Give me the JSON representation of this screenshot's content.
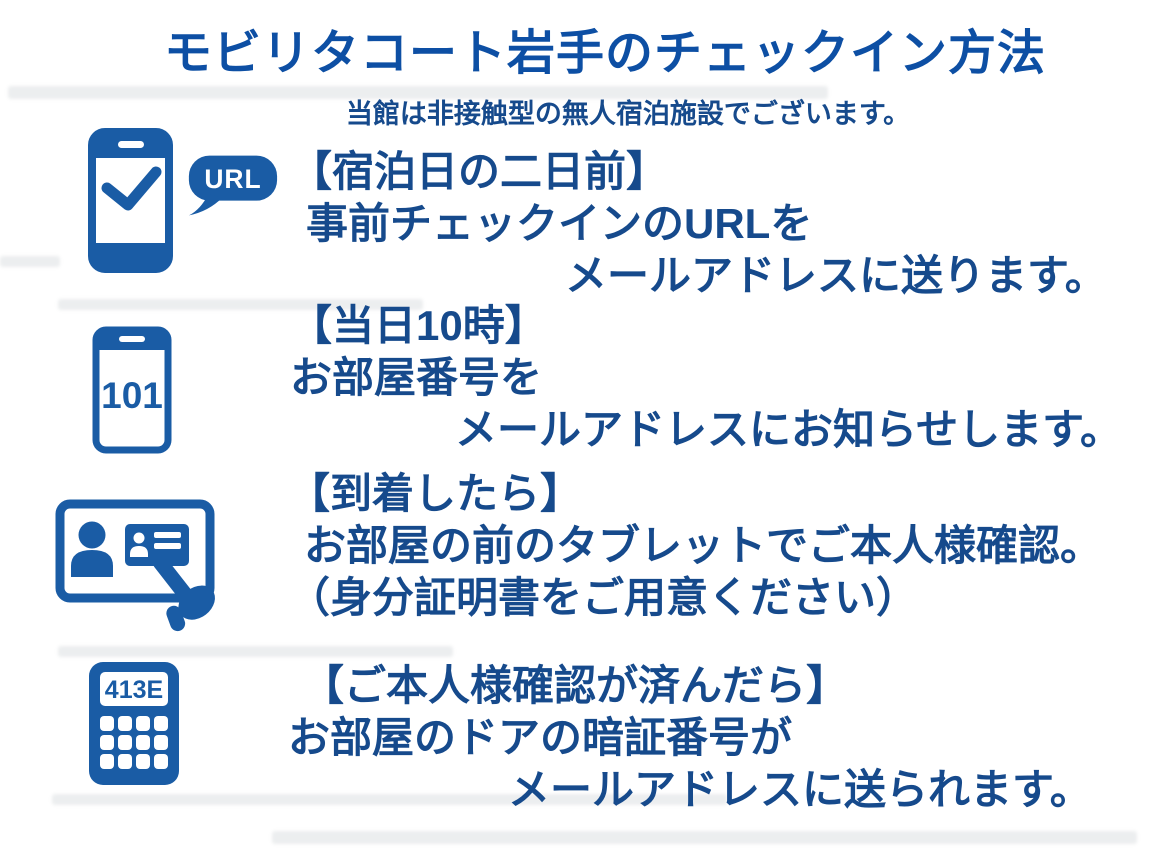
{
  "page": {
    "title": "モビリタコート岩手のチェックイン方法",
    "subtitle": "当館は非接触型の無人宿泊施設でございます。"
  },
  "colors": {
    "title_blue": "#0d4fa4",
    "text_blue": "#164a8c",
    "icon_blue": "#1a5ca5",
    "background": "#ffffff"
  },
  "steps": [
    {
      "icon": "smartphone-check-icon",
      "bubble_icon": "url-speech-bubble-icon",
      "icon_label": "URL",
      "heading": "【宿泊日の二日前】",
      "line1": "事前チェックインのURLを",
      "line2": "メールアドレスに送ります。"
    },
    {
      "icon": "smartphone-room-number-icon",
      "icon_label": "101",
      "heading": "【当日10時】",
      "line1": "お部屋番号を",
      "line2": "メールアドレスにお知らせします。"
    },
    {
      "icon": "tablet-identity-check-icon",
      "heading": "【到着したら】",
      "line1": "お部屋の前のタブレットでご本人様確認。",
      "line2": "（身分証明書をご用意ください）"
    },
    {
      "icon": "door-keypad-icon",
      "icon_label": "413E",
      "heading": "【ご本人様確認が済んだら】",
      "line1": "お部屋のドアの暗証番号が",
      "line2": "メールアドレスに送られます。"
    }
  ]
}
